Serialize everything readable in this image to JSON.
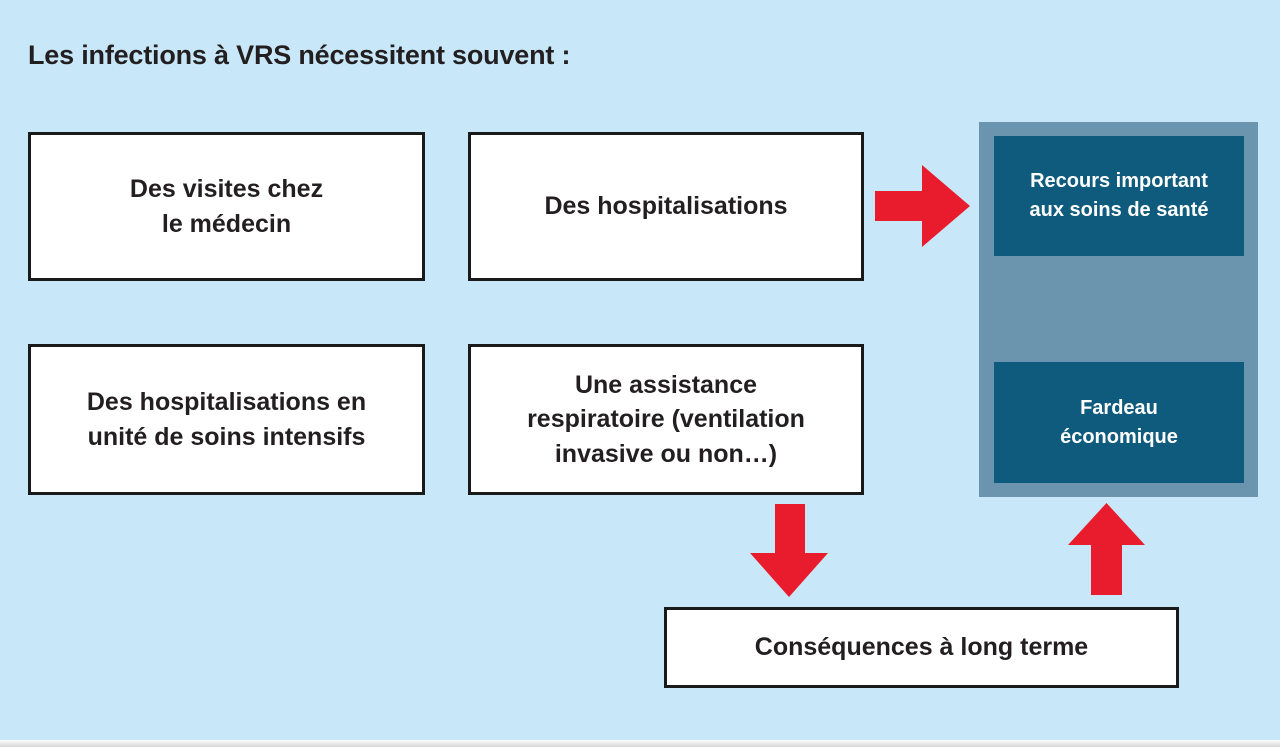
{
  "title": "Les infections à VRS nécessitent souvent :",
  "boxes": {
    "doctor_visits": "Des visites chez\nle médecin",
    "hospitalizations": "Des hospitalisations",
    "icu_stays": "Des hospitalisations en\nunité de soins intensifs",
    "respiratory_support": "Une assistance\nrespiratoire (ventilation\ninvasive ou non…)",
    "long_term_consequences": "Conséquences à long terme"
  },
  "panel": {
    "healthcare_use": "Recours important\naux soins de santé",
    "economic_burden": "Fardeau\néconomique"
  },
  "icons": {
    "arrow_right": "→",
    "arrow_down": "↓",
    "arrow_up": "↑"
  },
  "colors": {
    "background": "#c8e8f9",
    "box_fill": "#ffffff",
    "box_border": "#1a1a1a",
    "text_dark": "#231f20",
    "panel_fill": "#6b94ae",
    "panel_box_fill": "#0f5b7e",
    "panel_text": "#ffffff",
    "arrow_red": "#e81c2c",
    "bottom_edge": "#d7d7d7"
  }
}
